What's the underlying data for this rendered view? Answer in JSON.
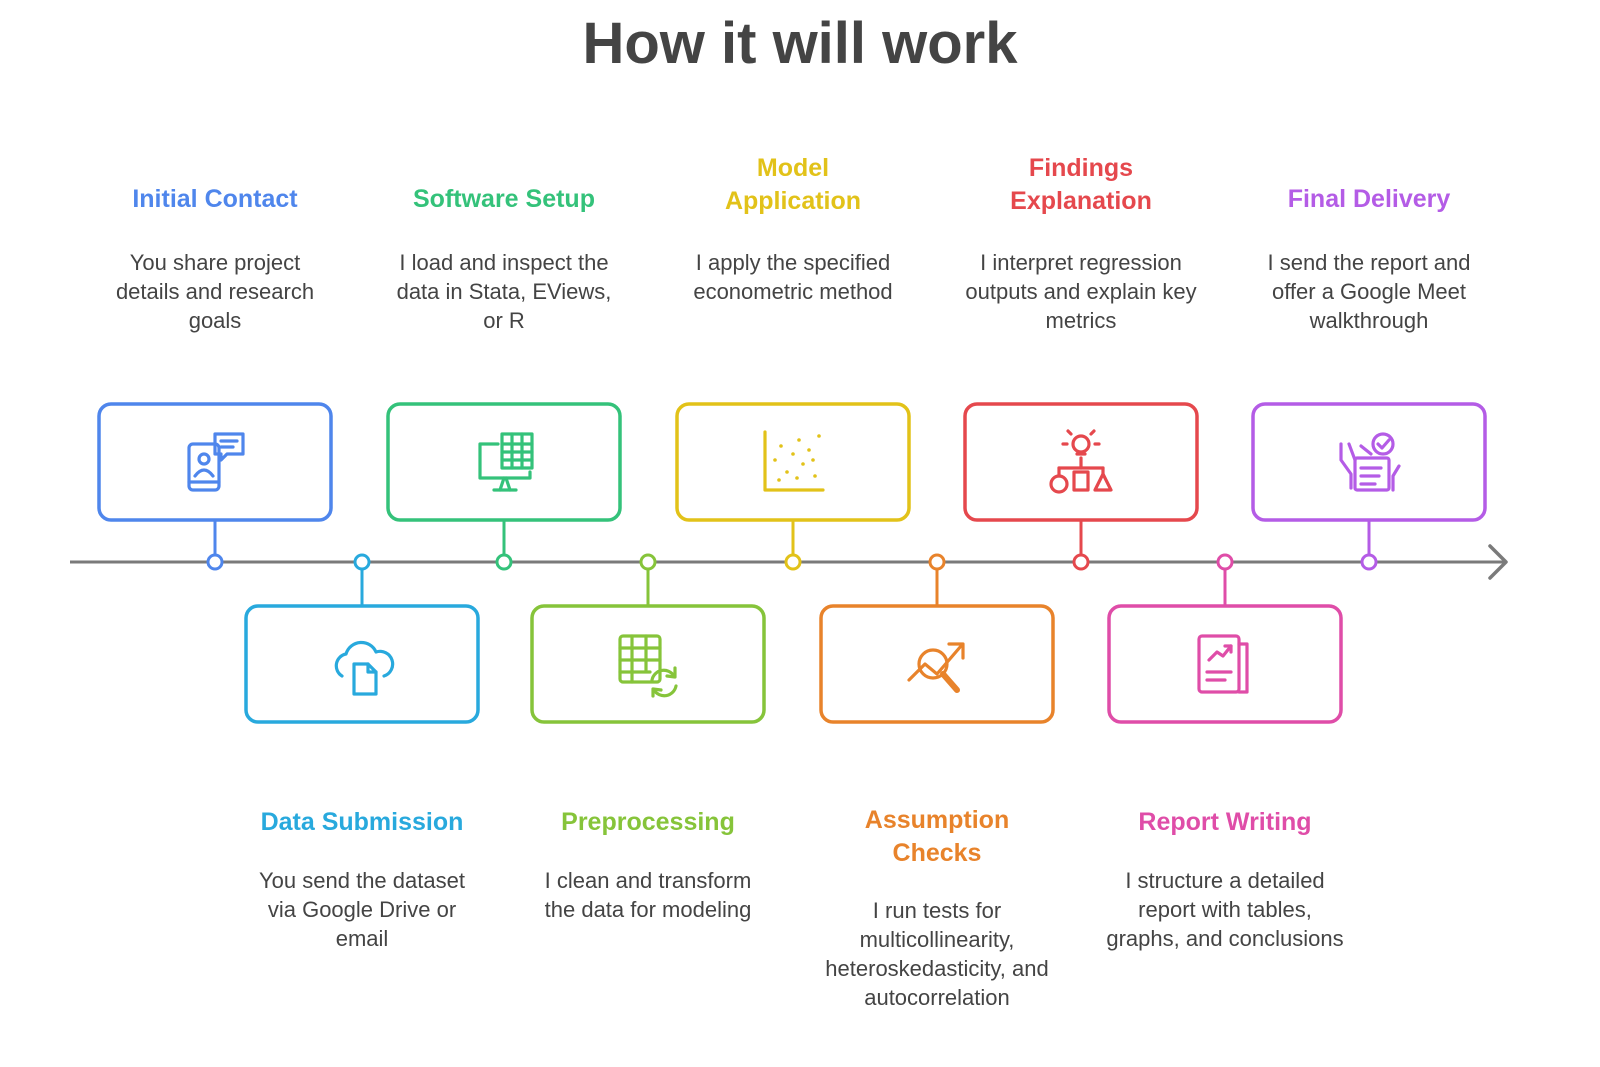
{
  "title": "How it will work",
  "steps": [
    {
      "id": "initial-contact",
      "title": "Initial Contact",
      "description": "You share project details and research goals",
      "color": "#4F86EC",
      "icon": "smartphone-user-chat-icon"
    },
    {
      "id": "data-submission",
      "title": "Data Submission",
      "description": "You send the dataset via Google Drive or email",
      "color": "#28A9DD",
      "icon": "cloud-document-icon"
    },
    {
      "id": "software-setup",
      "title": "Software Setup",
      "description": "I load and inspect the data in Stata, EViews, or R",
      "color": "#34C27A",
      "icon": "monitor-spreadsheet-icon"
    },
    {
      "id": "preprocessing",
      "title": "Preprocessing",
      "description": "I clean and transform the data for modeling",
      "color": "#86C43A",
      "icon": "table-refresh-icon"
    },
    {
      "id": "model-application",
      "title": "Model Application",
      "description": "I apply the specified econometric method",
      "color": "#E2C219",
      "icon": "scatter-plot-icon"
    },
    {
      "id": "assumption-checks",
      "title": "Assumption Checks",
      "description": "I run tests for multicollinearity, heteroskedasticity, and autocorrelation",
      "color": "#E8832B",
      "icon": "magnifier-trend-icon"
    },
    {
      "id": "findings-explanation",
      "title": "Findings Explanation",
      "description": "I interpret regression outputs and explain key metrics",
      "color": "#E5484D",
      "icon": "lightbulb-shapes-icon"
    },
    {
      "id": "report-writing",
      "title": "Report Writing",
      "description": "I structure a detailed report with tables, graphs, and conclusions",
      "color": "#DF4DA8",
      "icon": "report-chart-icon"
    },
    {
      "id": "final-delivery",
      "title": "Final Delivery",
      "description": "I send the report and offer a Google Meet walkthrough",
      "color": "#B45CE6",
      "icon": "checklist-hand-icon"
    }
  ],
  "timeline": {
    "color": "#7A7A7A"
  }
}
